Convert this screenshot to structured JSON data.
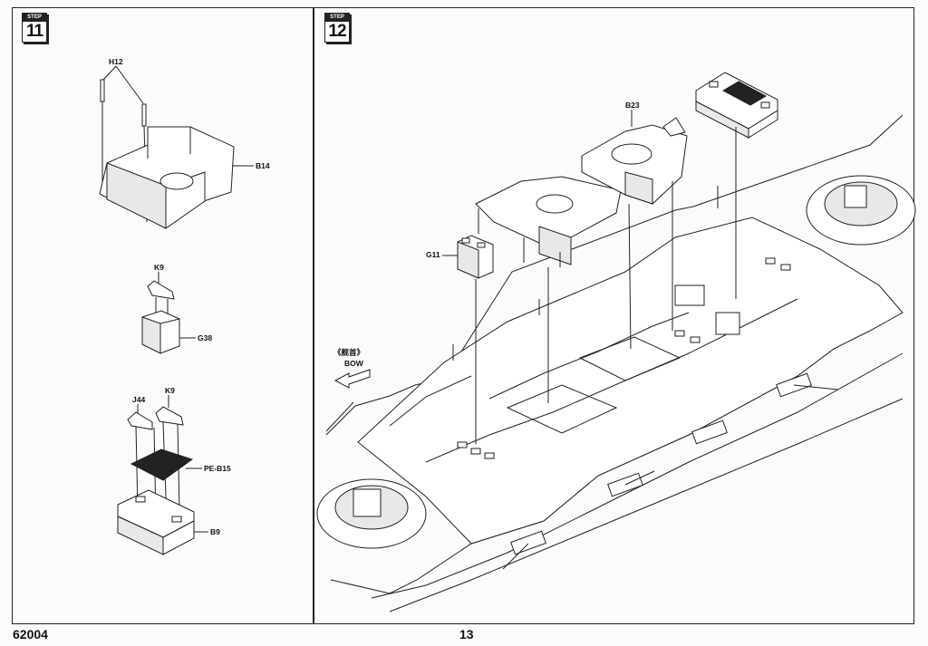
{
  "footer": {
    "product_code": "62004",
    "page_number": "13"
  },
  "steps": [
    {
      "step_caption": "STEP",
      "step_number": "11",
      "parts": {
        "h12": "H12",
        "b14": "B14",
        "k9_top": "K9",
        "g38": "G38",
        "j44": "J44",
        "k9_bottom": "K9",
        "pe_b15": "PE-B15",
        "b9": "B9"
      }
    },
    {
      "step_caption": "STEP",
      "step_number": "12",
      "parts": {
        "b23": "B23",
        "g11": "G11"
      },
      "direction": {
        "label_cn": "《舰首》",
        "label_en": "BOW"
      }
    }
  ]
}
